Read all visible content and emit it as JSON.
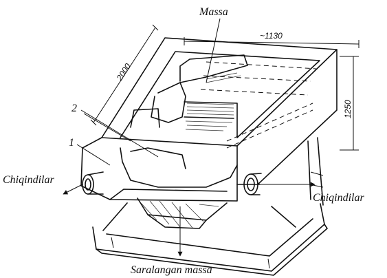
{
  "labels": {
    "massa": "Massa",
    "chiqindilar_left": "Chiqindilar",
    "chiqindilar_right": "Chiqindilar",
    "saralangan": "Saralangan massa",
    "part1": "1",
    "part2": "2"
  },
  "dimensions": {
    "length": "2000",
    "width": "~1130",
    "height": "1250"
  }
}
